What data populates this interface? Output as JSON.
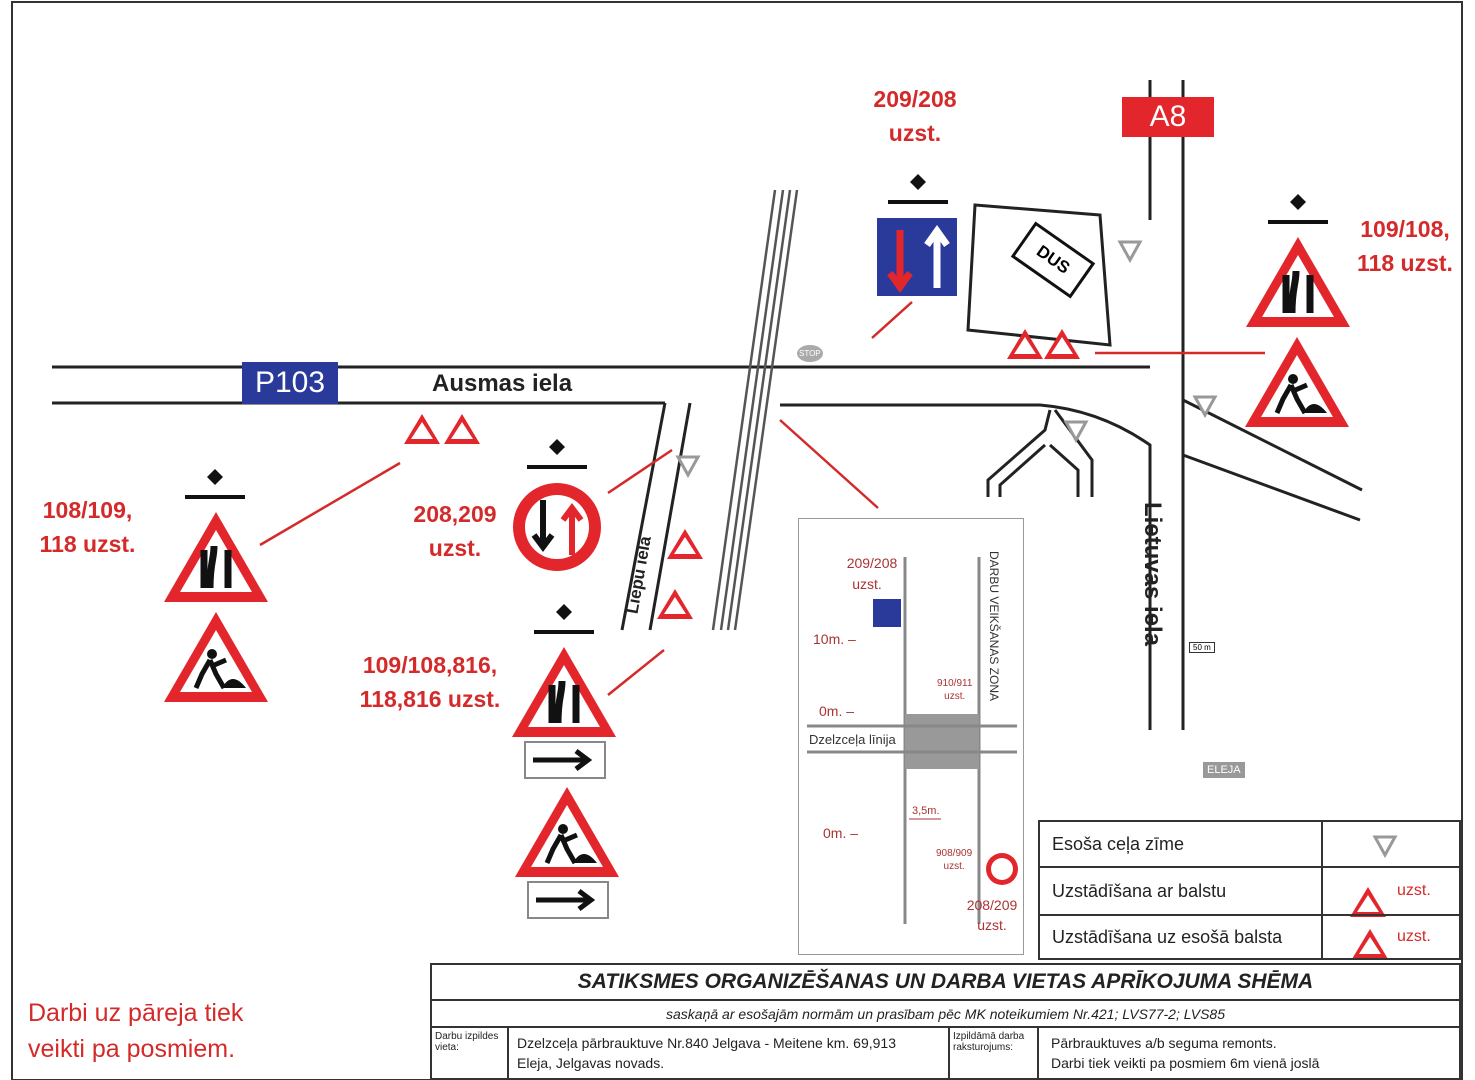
{
  "roads": {
    "p103": "P103",
    "a8": "A8",
    "ausmas": "Ausmas iela",
    "lietuvas": "Lietuvas iela",
    "liepu": "Liepu iela",
    "dus": "DUS"
  },
  "labels": {
    "l1a": "209/208",
    "l1b": "uzst.",
    "l2a": "109/108,",
    "l2b": "118 uzst.",
    "l3a": "108/109,",
    "l3b": "118 uzst.",
    "l4a": "208,209",
    "l4b": "uzst.",
    "l5a": "109/108,816,",
    "l5b": "118,816 uzst."
  },
  "note": {
    "line1": "Darbi uz pāreja tiek",
    "line2": "veikti pa posmiem."
  },
  "inset": {
    "top_sign": "209/208",
    "top_uzst": "uzst.",
    "m10": "10m. –",
    "m0a": "0m. –",
    "m0b": "0m. –",
    "rail": "Dzelzceļa līnija",
    "zone": "DARBU VEIKŠANAS ZONA",
    "s910": "910/911",
    "s910u": "uzst.",
    "dist": "3,5m.",
    "s908": "908/909",
    "s908u": "uzst.",
    "bot_sign": "208/209",
    "bot_uzst": "uzst."
  },
  "legend": {
    "row1": "Esoša ceļa zīme",
    "row2": "Uzstādīšana ar balstu",
    "row2_tag": "uzst.",
    "row3": "Uzstādīšana uz esošā balsta",
    "row3_tag": "uzst."
  },
  "title_block": {
    "title": "SATIKSMES ORGANIZĒŠANAS UN DARBA VIETAS APRĪKOJUMA SHĒMA",
    "subtitle": "saskaņā ar esošajām normām un prasībam pēc MK noteikumiem Nr.421; LVS77-2; LVS85",
    "place_label": "Darbu izpildes vieta:",
    "place_1": "Dzelzceļa pārbrauktuve Nr.840 Jelgava - Meitene km. 69,913",
    "place_2": "Eleja, Jelgavas novads.",
    "work_label": "Izpildāmā darba raksturojums:",
    "work_1": "Pārbrauktuves a/b seguma remonts.",
    "work_2": "Darbi tiek veikti pa posmiem 6m vienā joslā"
  },
  "place_signs": {
    "eleja": "ELEJA",
    "stop": "STOP",
    "m50": "50 m"
  },
  "colors": {
    "red": "#d42a2a",
    "blue": "#2a3a9a",
    "sign_red": "#e3262b"
  }
}
